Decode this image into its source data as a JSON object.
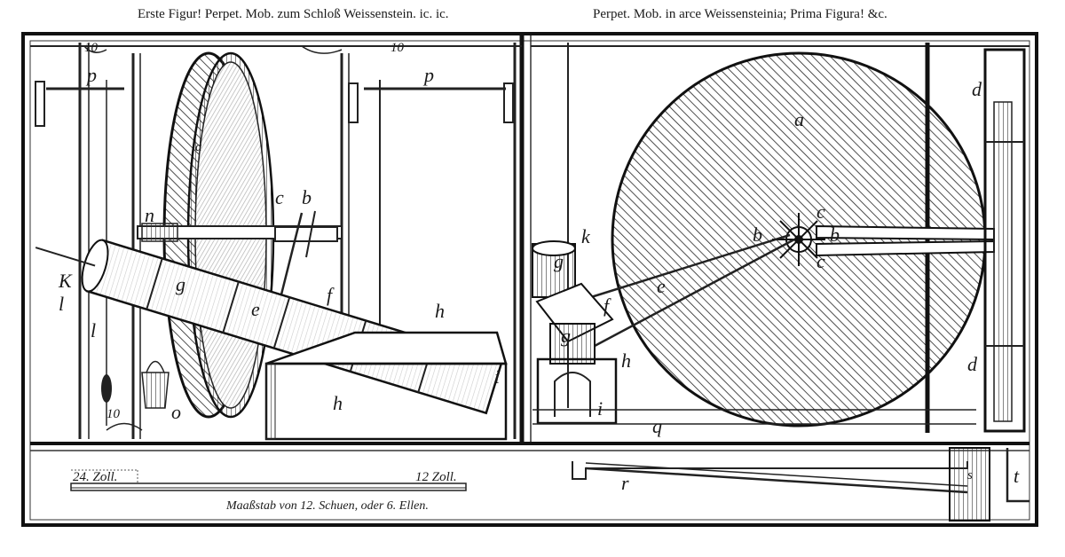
{
  "titles": {
    "left": "Erste Figur! Perpet. Mob. zum Schloß Weissenstein. ic. ic.",
    "right": "Perpet. Mob. in arce Weissensteinia; Prima Figura! &c."
  },
  "labels": {
    "p_left": "p",
    "p_right": "p",
    "ten_top_left": "10",
    "ten_top_right": "10",
    "ten_bottom": "10",
    "n": "n",
    "c_left": "c",
    "b_left": "b",
    "k_left": "K",
    "l_upper": "l",
    "l_lower": "l",
    "g_left": "g",
    "e_left": "e",
    "f_left": "f",
    "h_top": "h",
    "h_front": "h",
    "i_left": "i",
    "o": "o",
    "a_left": "a",
    "a_right": "a",
    "k_right": "k",
    "g_upper": "g",
    "g_lower": "g",
    "f_right": "f",
    "h_right": "h",
    "i_right": "i",
    "e_right": "e",
    "b_right1": "b",
    "b_right2": "b",
    "c_right1": "c",
    "c_right2": "c",
    "d_upper": "d",
    "d_lower": "d",
    "q": "q",
    "r": "r",
    "s": "s",
    "t": "t"
  },
  "scale_bar": {
    "left_label": "24. Zoll.",
    "right_label": "12 Zoll.",
    "caption": "Maaßstab von 12. Schuen, oder 6. Ellen."
  }
}
